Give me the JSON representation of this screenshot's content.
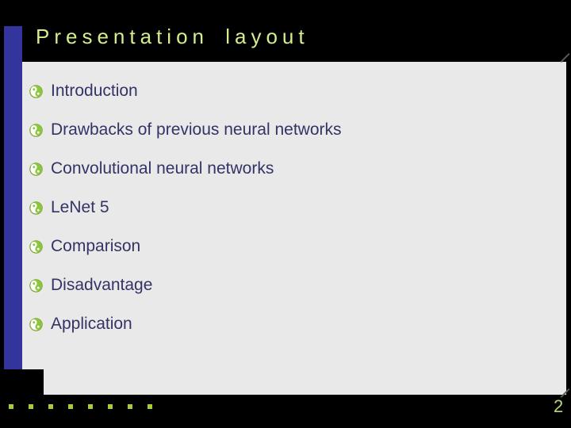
{
  "slide": {
    "title": "Presentation layout",
    "items": [
      {
        "label": "Introduction"
      },
      {
        "label": "Drawbacks of previous neural networks"
      },
      {
        "label": "Convolutional neural networks"
      },
      {
        "label": "LeNet 5"
      },
      {
        "label": "Comparison"
      },
      {
        "label": "Disadvantage"
      },
      {
        "label": "Application"
      }
    ],
    "page_number": "2",
    "footer_dot_count": 8,
    "bullet_icon": "yin-yang-icon",
    "colors": {
      "background": "#000000",
      "accent_bar": "#34349e",
      "panel": "#e9e9e9",
      "title_text": "#d3ee8a",
      "item_text": "#333366",
      "bullet_green": "#8cc63f",
      "footer_dot": "#a8cc3a",
      "page_number_text": "#b5d977"
    }
  }
}
